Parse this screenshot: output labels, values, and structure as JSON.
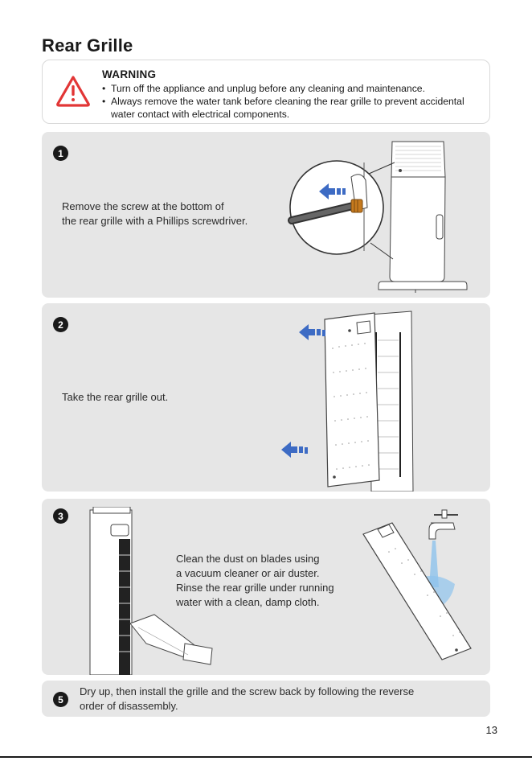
{
  "page_title": "Rear Grille",
  "warning": {
    "heading": "WARNING",
    "items": [
      "Turn off the appliance and unplug before any cleaning and maintenance.",
      "Always remove the water tank before cleaning the rear grille to prevent accidental water contact with electrical components."
    ]
  },
  "steps": [
    {
      "number": "1",
      "lines": [
        "Remove the screw at the bottom of",
        "the rear grille with a Phillips screwdriver."
      ]
    },
    {
      "number": "2",
      "lines": [
        "Take the rear grille out."
      ]
    },
    {
      "number": "3",
      "lines": [
        "Clean the dust on blades using",
        "a vacuum cleaner or air duster.",
        "Rinse the rear grille under running",
        "water with a clean, damp cloth."
      ]
    },
    {
      "number": "5",
      "lines": [
        "Dry up, then install the grille and the screw back by following the reverse",
        "order of disassembly."
      ]
    }
  ],
  "page_number": "13",
  "colors": {
    "warning_red": "#e23636",
    "arrow_blue": "#3d6bc4",
    "panel_gray": "#e6e6e6",
    "water_blue": "#8fc3ec"
  }
}
